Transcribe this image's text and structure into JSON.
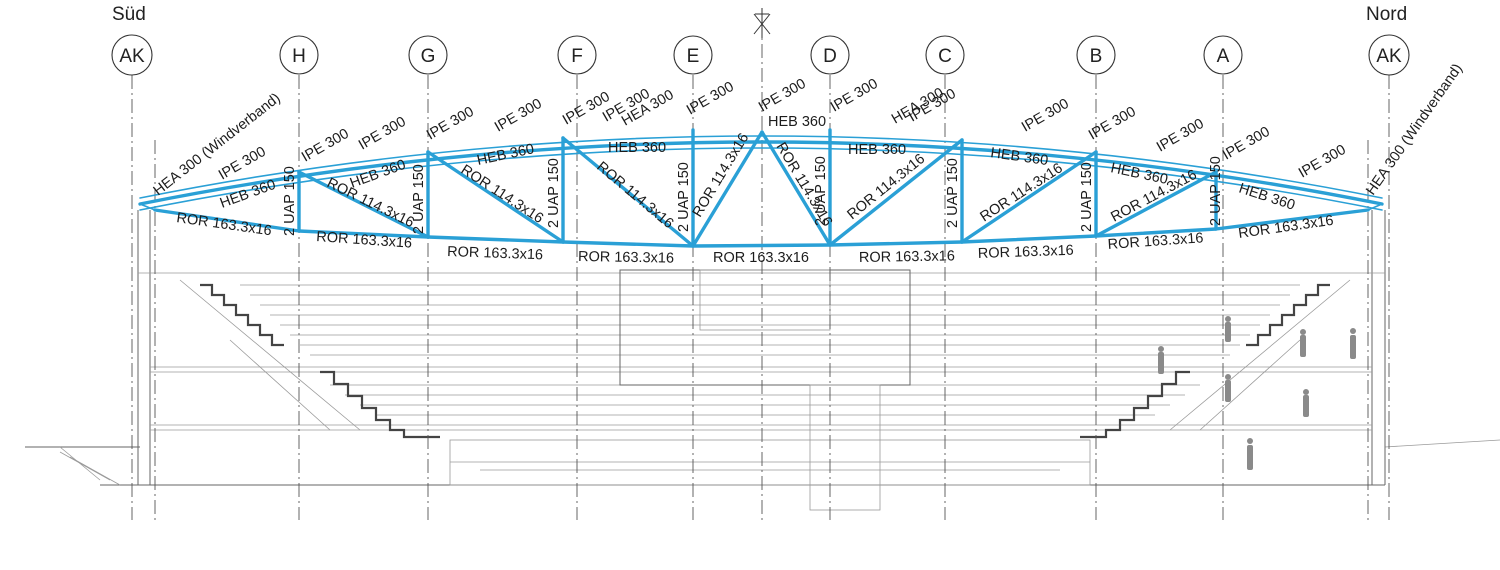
{
  "side_labels": {
    "south": "Süd",
    "north": "Nord"
  },
  "grid_axes": [
    "AK",
    "H",
    "G",
    "F",
    "E",
    "D",
    "C",
    "B",
    "A",
    "AK"
  ],
  "members": {
    "hea_windverband": "HEA 300 (Windverband)",
    "ipe": "IPE 300",
    "hea": "HEA 300",
    "heb": "HEB 360",
    "uap": "2 UAP 150",
    "ror_diag": "ROR 114.3x16",
    "ror_bottom": "ROR 163.3x16"
  },
  "colors": {
    "steel": "#2aa0d6",
    "linework": "#9a9a9a"
  },
  "icons": {
    "north_arrow": "north-arrow-icon"
  }
}
